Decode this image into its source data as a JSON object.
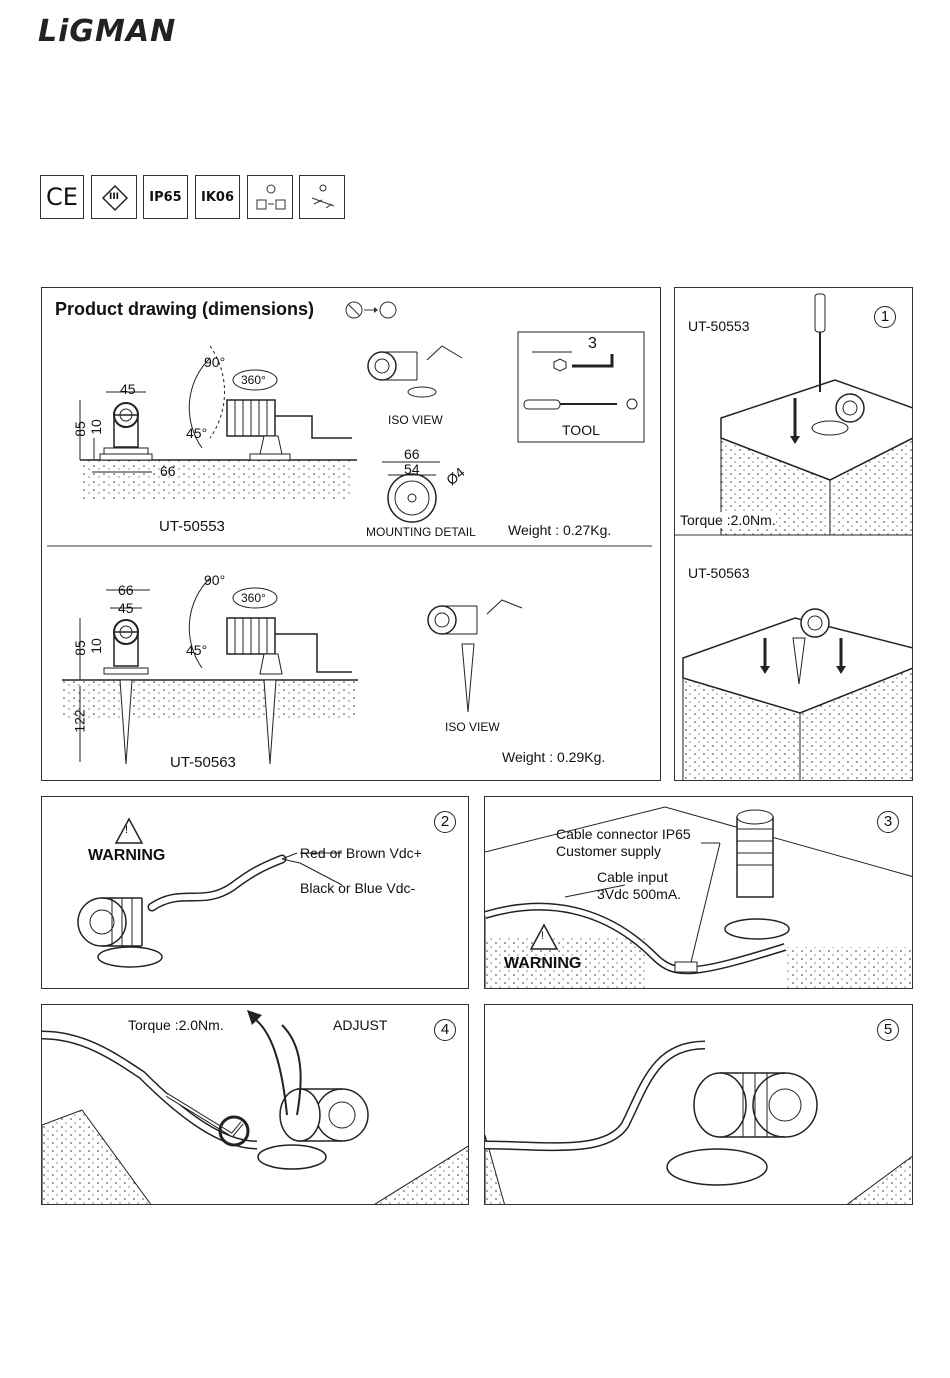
{
  "brand": "LiGMAN",
  "certifications": [
    {
      "icon": "ce-mark-icon",
      "label": "CE"
    },
    {
      "icon": "class-iii-icon",
      "label": "III"
    },
    {
      "icon": "ip-rating-icon",
      "label": "IP65"
    },
    {
      "icon": "ik-rating-icon",
      "label": "IK06"
    },
    {
      "icon": "power-supply-icon",
      "label": ""
    },
    {
      "icon": "connector-icon",
      "label": ""
    }
  ],
  "drawing": {
    "title": "Product drawing (dimensions)",
    "ut50553": {
      "model": "UT-50553",
      "width_top": "45",
      "height": "85",
      "offset": "10",
      "base": "66",
      "angle_up": "90°",
      "angle_down": "45°",
      "rotation": "360°",
      "iso_label": "ISO VIEW",
      "mounting_outer": "66",
      "mounting_inner": "54",
      "hole": "Ø4",
      "mounting_label": "MOUNTING DETAIL",
      "weight": "Weight : 0.27Kg."
    },
    "ut50563": {
      "model": "UT-50563",
      "width_top": "66",
      "width_inner": "45",
      "height": "85",
      "offset": "10",
      "spike": "122",
      "angle_up": "90°",
      "angle_down": "45°",
      "rotation": "360°",
      "iso_label": "ISO VIEW",
      "weight": "Weight : 0.29Kg."
    },
    "tool": {
      "hex_size": "3",
      "label": "TOOL"
    }
  },
  "steps": {
    "s1": {
      "num": "1",
      "model": "UT-50553",
      "torque": "Torque :2.0Nm."
    },
    "s1b": {
      "model": "UT-50563"
    },
    "s2": {
      "num": "2",
      "warning": "WARNING",
      "red": "Red or Brown Vdc+",
      "black": "Black or Blue Vdc-"
    },
    "s3": {
      "num": "3",
      "connector1": "Cable connector IP65",
      "connector2": "Customer supply",
      "input1": "Cable input",
      "input2": "3Vdc 500mA.",
      "warning": "WARNING"
    },
    "s4": {
      "num": "4",
      "torque": "Torque :2.0Nm.",
      "adjust": "ADJUST"
    },
    "s5": {
      "num": "5"
    }
  }
}
